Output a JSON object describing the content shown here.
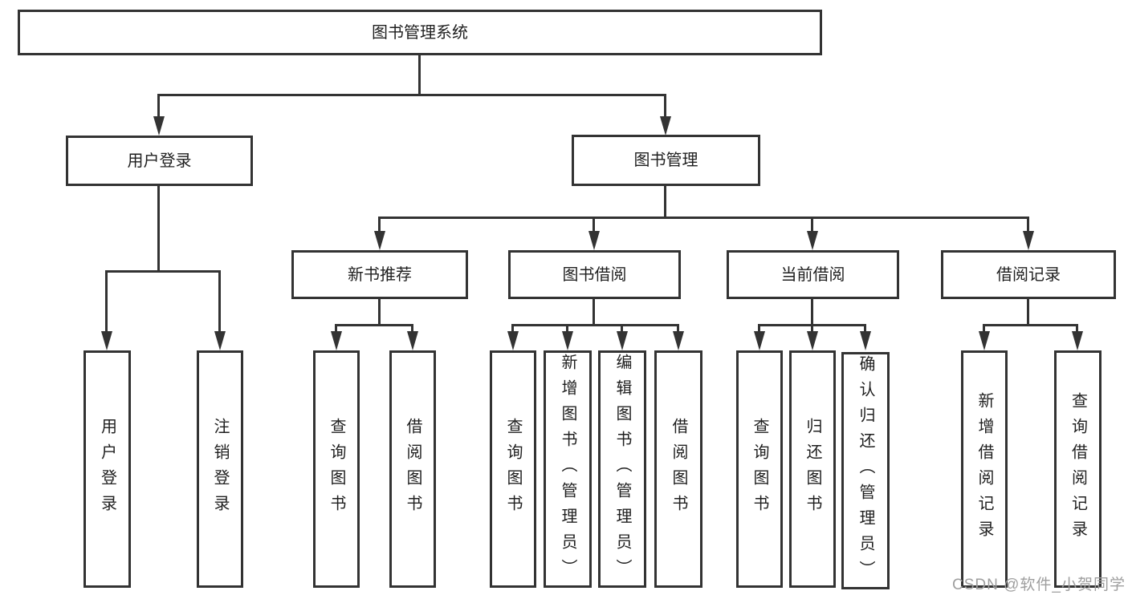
{
  "colors": {
    "line": "#333333",
    "box_border": "#333333",
    "text": "#1f1f1f",
    "background": "#ffffff",
    "watermark": "#9e9e9e"
  },
  "watermark": "CSDN @软件_小贺同学",
  "nodes": {
    "root": "图书管理系统",
    "user_login": "用户登录",
    "book_mgmt": "图书管理",
    "new_book_rec": "新书推荐",
    "book_borrow": "图书借阅",
    "current_borrow": "当前借阅",
    "borrow_record": "借阅记录",
    "leaf_user_login": "用户登录",
    "leaf_logout": "注销登录",
    "leaf_rec_query": "查询图书",
    "leaf_rec_borrow": "借阅图书",
    "leaf_bb_query": "查询图书",
    "leaf_bb_add": "新增图书（管理员）",
    "leaf_bb_edit": "编辑图书（管理员）",
    "leaf_bb_borrow": "借阅图书",
    "leaf_cb_query": "查询图书",
    "leaf_cb_return": "归还图书",
    "leaf_cb_confirm": "确认归还（管理员）",
    "leaf_br_add": "新增借阅记录",
    "leaf_br_query": "查询借阅记录"
  }
}
